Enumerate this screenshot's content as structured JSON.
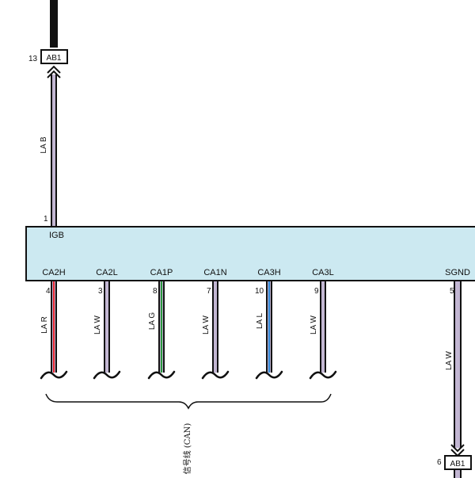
{
  "colors": {
    "ecu_fill": "#cce9f1",
    "ecu_stroke": "#111111",
    "harness_base": "#c2b6d2",
    "red": "#e8252e",
    "green": "#2a9a3e",
    "blue": "#2f86d4",
    "white": "#ffffff",
    "black": "#111111"
  },
  "top": {
    "connector_label": "AB1",
    "connector_pin": "13",
    "wire_label": "LA B",
    "ecu_pin": "1"
  },
  "ecu": {
    "top_signal": "IGB"
  },
  "signals": [
    {
      "name": "CA2H",
      "pin": "4",
      "wire": "LA R",
      "stripe": "red"
    },
    {
      "name": "CA2L",
      "pin": "3",
      "wire": "LA W",
      "stripe": "white"
    },
    {
      "name": "CA1P",
      "pin": "8",
      "wire": "LA G",
      "stripe": "green"
    },
    {
      "name": "CA1N",
      "pin": "7",
      "wire": "LA W",
      "stripe": "white"
    },
    {
      "name": "CA3H",
      "pin": "10",
      "wire": "LA L",
      "stripe": "blue"
    },
    {
      "name": "CA3L",
      "pin": "9",
      "wire": "LA W",
      "stripe": "white"
    }
  ],
  "sgnd": {
    "name": "SGND",
    "pin": "5",
    "wire": "LA W",
    "connector_label": "AB1",
    "connector_pin": "6"
  },
  "bus_label": "信号线 (CAN)"
}
